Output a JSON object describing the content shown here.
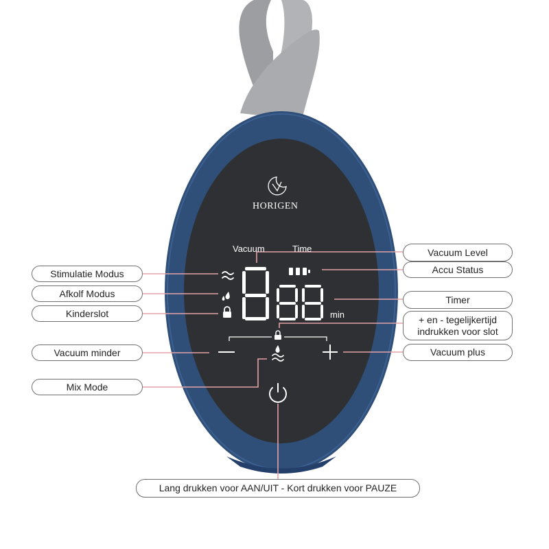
{
  "brand": {
    "name": "HORIGEN",
    "logo_icon": "moon-icon"
  },
  "display": {
    "vacuum_caption": "Vacuum",
    "time_caption": "Time",
    "min_unit": "min"
  },
  "labels": {
    "vacuum_level": "Vacuum Level",
    "accu_status": "Accu Status",
    "timer": "Timer",
    "lock_combo_line1": "+ en - tegelijkertijd",
    "lock_combo_line2": "indrukken voor slot",
    "vacuum_plus": "Vacuum  plus",
    "stimulatie_modus": "Stimulatie Modus",
    "afkolf_modus": "Afkolf Modus",
    "kinderslot": "Kinderslot",
    "vacuum_minder": "Vacuum  minder",
    "mix_mode": "Mix Mode",
    "power": "Lang drukken voor AAN/UIT - Kort drukken voor PAUZE"
  },
  "colors": {
    "shell": "#2f4f79",
    "screen": "#2f3033",
    "strap": "#a7a9ac",
    "leader": "#e3a3a8"
  }
}
